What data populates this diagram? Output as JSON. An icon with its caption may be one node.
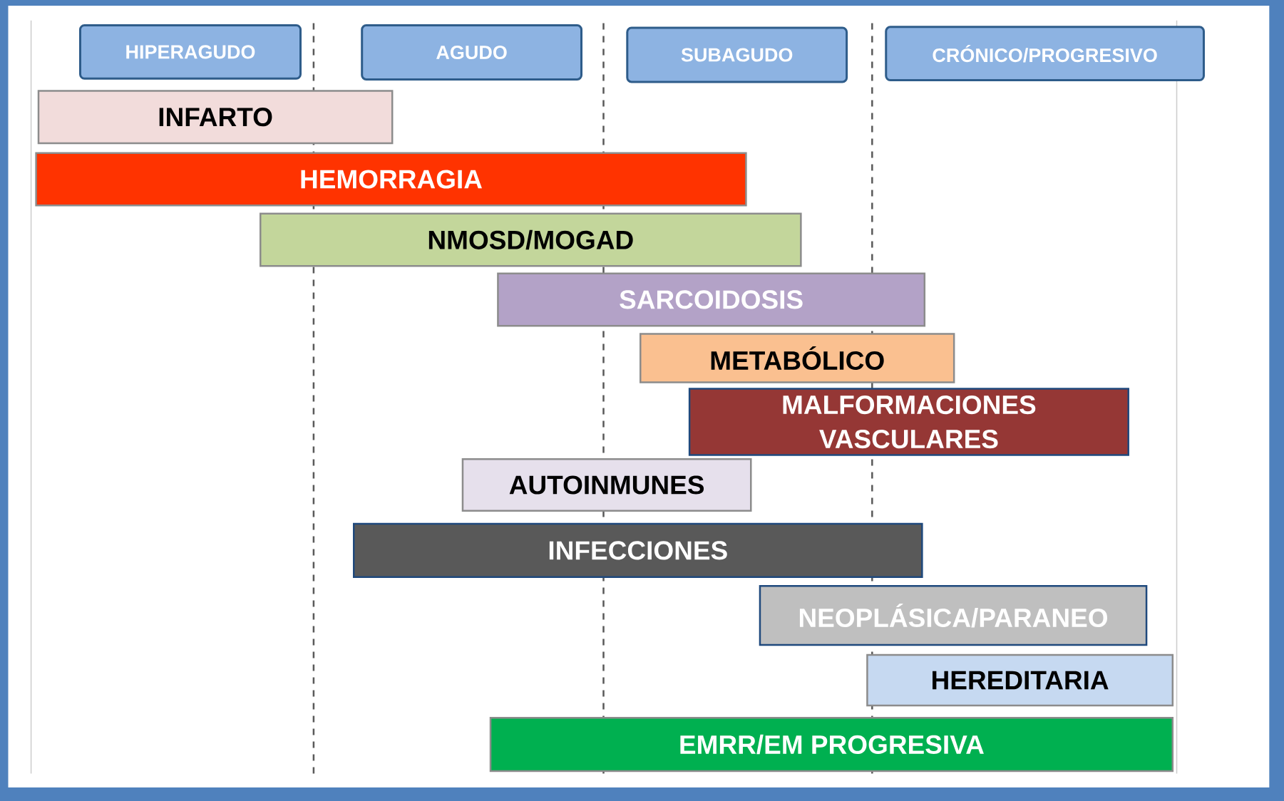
{
  "diagram": {
    "nodes": [
      {
        "text": [
          "HIPERAGUDO"
        ]
      },
      {
        "text": [
          "AGUDO"
        ]
      },
      {
        "text": [
          "SUBAGUDO"
        ]
      },
      {
        "text": [
          "CRÓNICO/PROGRESIVO"
        ]
      },
      {
        "text": [
          "INFARTO"
        ]
      },
      {
        "text": [
          "HEMORRAGIA"
        ]
      },
      {
        "text": [
          "NMOSD/MOGAD"
        ]
      },
      {
        "text": [
          "SARCOIDOSIS"
        ]
      },
      {
        "text": [
          "METABÓLICO"
        ]
      },
      {
        "text": [
          "MALFORMACIONES VASCULARES"
        ]
      },
      {
        "text": [
          "AUTOINMUNES"
        ]
      },
      {
        "text": [
          "INFECCIONES"
        ]
      },
      {
        "text": [
          "NEOPLÁSICA/PARANEO"
        ]
      },
      {
        "text": [
          "HEREDITARIA"
        ]
      },
      {
        "text": [
          "EMRR/EM PROGRESIVA"
        ]
      }
    ]
  }
}
